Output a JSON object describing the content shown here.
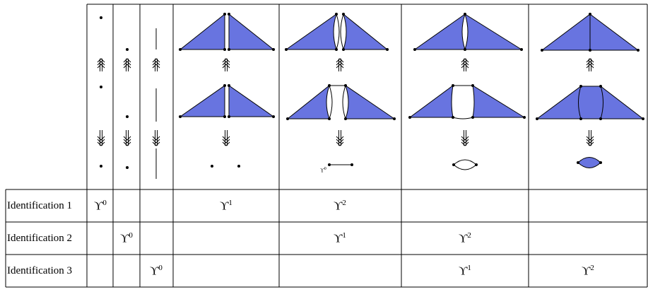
{
  "upsilon_symbol": "ϒ",
  "rows": [
    {
      "label": "Identification 1",
      "cells": [
        "0",
        "",
        "",
        "1",
        "2",
        "",
        ""
      ]
    },
    {
      "label": "Identification 2",
      "cells": [
        "",
        "0",
        "",
        "",
        "1",
        "2",
        ""
      ]
    },
    {
      "label": "Identification 3",
      "cells": [
        "",
        "",
        "0",
        "",
        "",
        "1",
        "2"
      ]
    }
  ],
  "small_label": "ϒ",
  "small_label_sup": "0",
  "colors": {
    "fill": "#6874e0",
    "stroke": "#000000",
    "grid": "#000000"
  }
}
